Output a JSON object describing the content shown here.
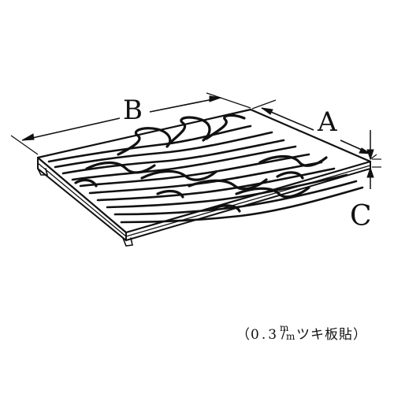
{
  "dimensions": {
    "b_label": "B",
    "a_label": "A",
    "c_label": "C"
  },
  "caption": {
    "open": "（",
    "thickness": "0.3",
    "unit_top": "m",
    "unit_slash": "/",
    "unit_bottom": "m",
    "text": "ツキ板貼",
    "close": "）"
  }
}
